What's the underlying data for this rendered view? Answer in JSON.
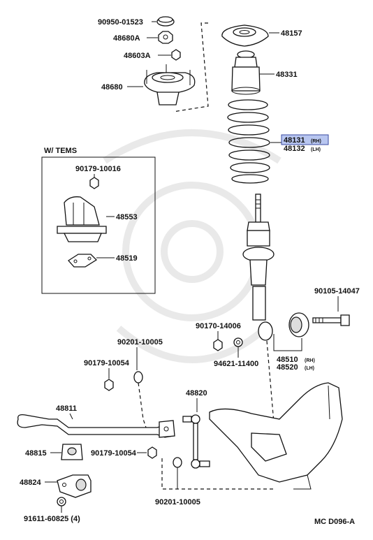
{
  "title_box": "W/ TEMS",
  "footer_code": "MC  D096-A",
  "highlight_color": "#b8c6f0",
  "labels": {
    "p90950": "90950-01523",
    "p48680A": "48680A",
    "p48603A": "48603A",
    "p48680": "48680",
    "p48157": "48157",
    "p48331": "48331",
    "p48131": "48131",
    "p48131_side": "(RH)",
    "p48132": "48132",
    "p48132_side": "(LH)",
    "p90179_10016": "90179-10016",
    "p48553": "48553",
    "p48519": "48519",
    "p90105": "90105-14047",
    "p90170": "90170-14006",
    "p94621": "94621-11400",
    "p48510": "48510",
    "p48510_side": "(RH)",
    "p48520": "48520",
    "p48520_side": "(LH)",
    "p90201_a": "90201-10005",
    "p90179_10054_a": "90179-10054",
    "p48820": "48820",
    "p48811": "48811",
    "p48815": "48815",
    "p90179_10054_b": "90179-10054",
    "p48824": "48824",
    "p90201_b": "90201-10005",
    "p91611": "91611-60825 (4)"
  }
}
